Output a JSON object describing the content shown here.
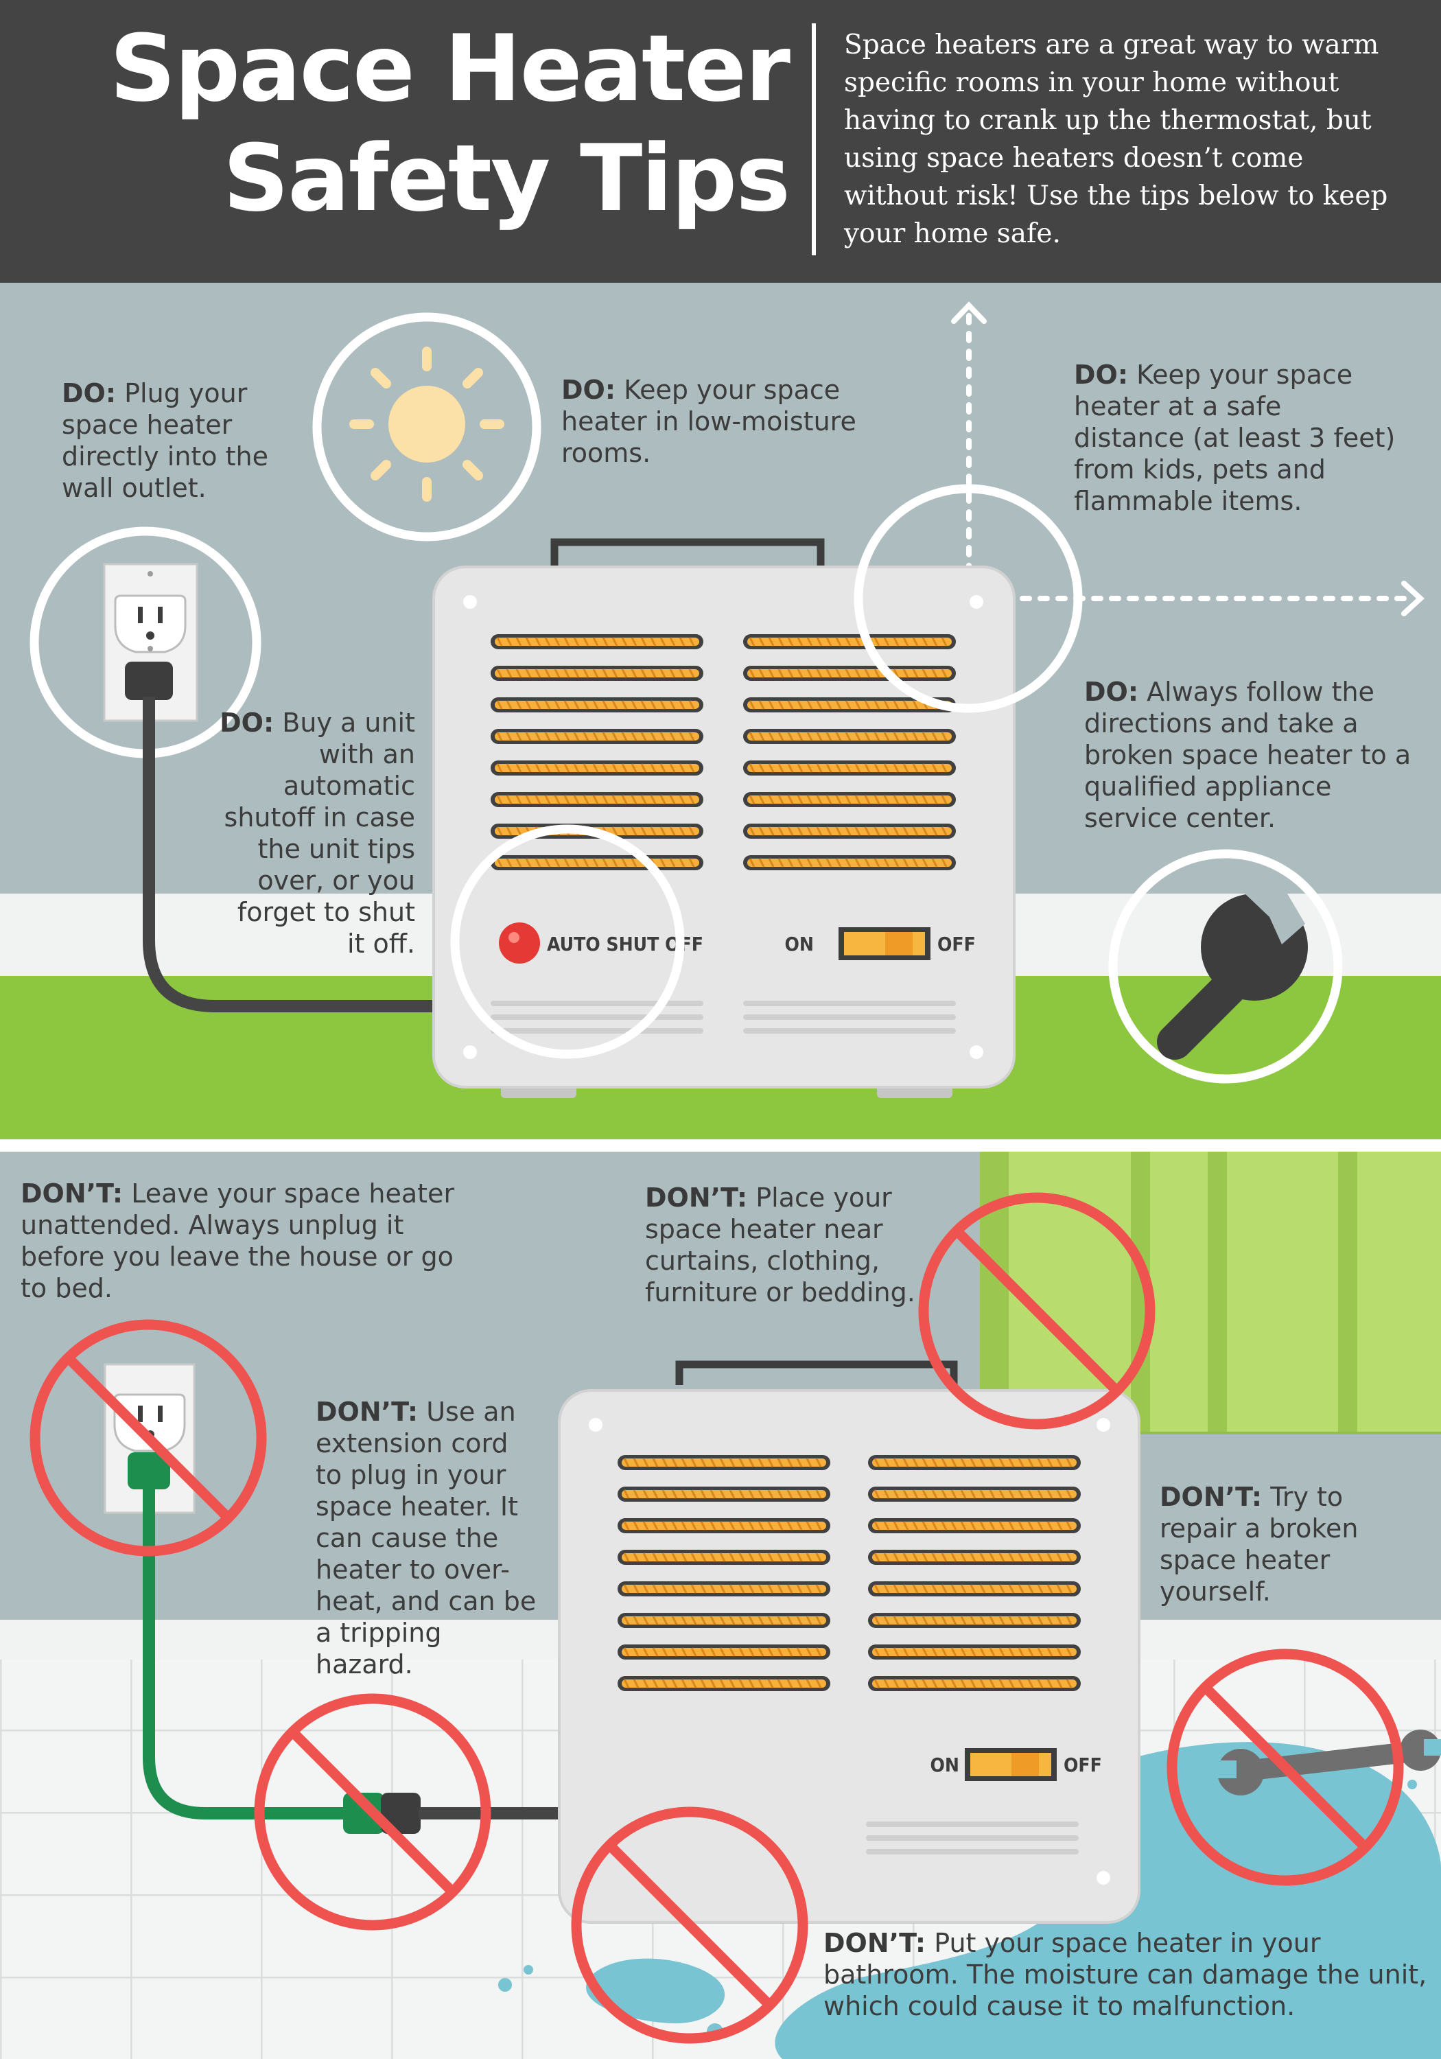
{
  "header": {
    "title_line1": "Space Heater",
    "title_line2": "Safety Tips",
    "intro": "Space heaters are a great way to warm specific rooms in your home without having to crank up the thermostat, but using space heaters doesn’t come without risk! Use the tips below to keep your home safe."
  },
  "do_tips": [
    {
      "prefix": "DO:",
      "text": "Plug your space heater directly into the wall outlet."
    },
    {
      "prefix": "DO:",
      "text": "Keep your space heater in low-moisture rooms."
    },
    {
      "prefix": "DO:",
      "text": "Keep your space heater at a safe distance (at least 3 feet) from kids, pets and flammable items."
    },
    {
      "prefix": "DO:",
      "text": "Buy a unit with an automatic shutoff in case the unit tips over, or you forget to shut it off."
    },
    {
      "prefix": "DO:",
      "text": "Always follow the directions and take a broken space heater to a qualified appliance service center."
    }
  ],
  "dont_tips": [
    {
      "prefix": "DON’T:",
      "text": "Leave your space heater unattended. Always unplug it before you leave the house or go to bed."
    },
    {
      "prefix": "DON’T:",
      "text": "Place your space heater near curtains, clothing, furniture or bedding."
    },
    {
      "prefix": "DON’T:",
      "text": "Use an extension cord to plug in your space heater. It can cause the heater to over-heat, and can be a tripping hazard."
    },
    {
      "prefix": "DON’T:",
      "text": "Try to repair a broken space heater yourself."
    },
    {
      "prefix": "DON’T:",
      "text": "Put your space heater in your bathroom. The moisture can damage the unit, which could cause it to malfunction."
    }
  ],
  "heater_labels": {
    "auto_shut_off": "AUTO SHUT OFF",
    "on": "ON",
    "off": "OFF"
  },
  "icons": {
    "sun": "sun-icon",
    "outlet": "outlet-icon",
    "wrench": "wrench-icon",
    "prohibited": "prohibited-icon",
    "arrow": "arrow-icon"
  },
  "colors": {
    "header_bg": "#444444",
    "wall_gray": "#adbdbf",
    "grass_green": "#8dc63f",
    "prohibit_red": "#ef5350",
    "heater_body": "#e7e7e7",
    "grille_orange": "#f6b63f",
    "curtain_green": "#b9dc6e",
    "puddle_blue": "#79c4d3"
  }
}
